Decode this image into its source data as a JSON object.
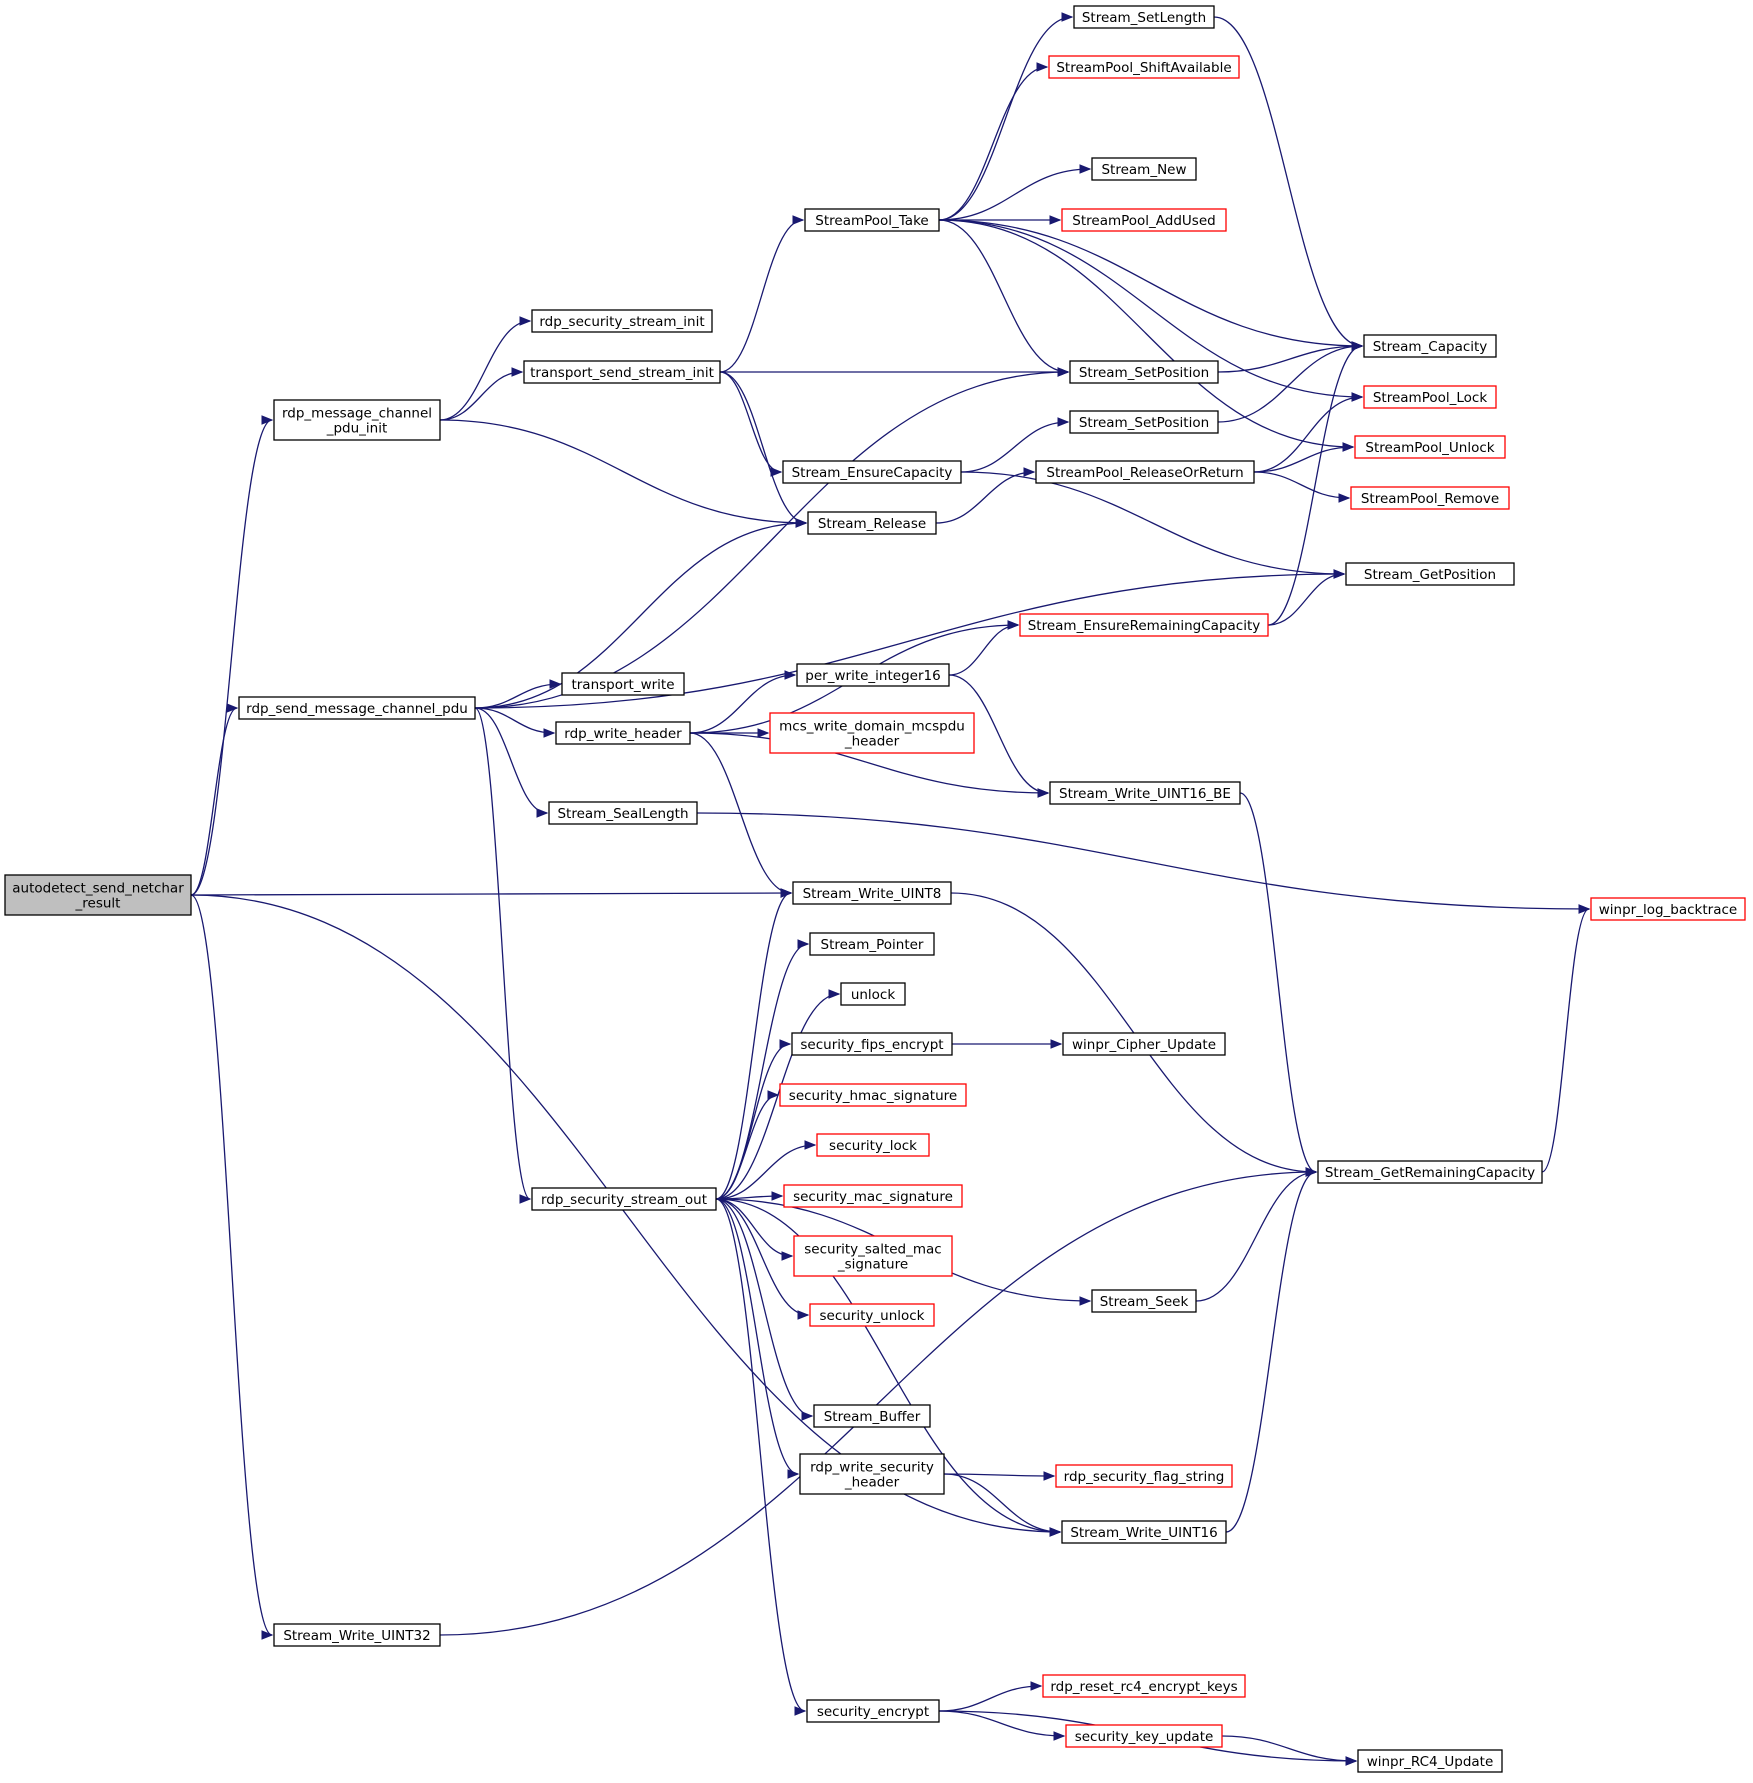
{
  "colors": {
    "edge": "#191970",
    "border_normal": "#000000",
    "border_truncated": "#ff0000",
    "fill_normal": "#ffffff",
    "fill_root": "#bfbfbf"
  },
  "nodes": [
    {
      "id": "autodetect",
      "lines": [
        "autodetect_send_netchar",
        "_result"
      ],
      "style": "root"
    },
    {
      "id": "rdp_message_channel_pdu_init",
      "lines": [
        "rdp_message_channel",
        "_pdu_init"
      ],
      "style": "normal"
    },
    {
      "id": "rdp_send_message_channel_pdu",
      "lines": [
        "rdp_send_message_channel_pdu"
      ],
      "style": "normal"
    },
    {
      "id": "Stream_Write_UINT32",
      "lines": [
        "Stream_Write_UINT32"
      ],
      "style": "normal"
    },
    {
      "id": "rdp_security_stream_init",
      "lines": [
        "rdp_security_stream_init"
      ],
      "style": "normal"
    },
    {
      "id": "transport_send_stream_init",
      "lines": [
        "transport_send_stream_init"
      ],
      "style": "normal"
    },
    {
      "id": "transport_write",
      "lines": [
        "transport_write"
      ],
      "style": "normal"
    },
    {
      "id": "rdp_write_header",
      "lines": [
        "rdp_write_header"
      ],
      "style": "normal"
    },
    {
      "id": "Stream_SealLength",
      "lines": [
        "Stream_SealLength"
      ],
      "style": "normal"
    },
    {
      "id": "rdp_security_stream_out",
      "lines": [
        "rdp_security_stream_out"
      ],
      "style": "normal"
    },
    {
      "id": "StreamPool_Take",
      "lines": [
        "StreamPool_Take"
      ],
      "style": "normal"
    },
    {
      "id": "Stream_EnsureCapacity",
      "lines": [
        "Stream_EnsureCapacity"
      ],
      "style": "normal"
    },
    {
      "id": "Stream_Release",
      "lines": [
        "Stream_Release"
      ],
      "style": "normal"
    },
    {
      "id": "per_write_integer16",
      "lines": [
        "per_write_integer16"
      ],
      "style": "normal"
    },
    {
      "id": "mcs_write_domain_mcspdu_header",
      "lines": [
        "mcs_write_domain_mcspdu",
        "_header"
      ],
      "style": "truncated"
    },
    {
      "id": "Stream_Write_UINT8",
      "lines": [
        "Stream_Write_UINT8"
      ],
      "style": "normal"
    },
    {
      "id": "Stream_Pointer",
      "lines": [
        "Stream_Pointer"
      ],
      "style": "normal"
    },
    {
      "id": "unlock",
      "lines": [
        "unlock"
      ],
      "style": "normal"
    },
    {
      "id": "security_fips_encrypt",
      "lines": [
        "security_fips_encrypt"
      ],
      "style": "normal"
    },
    {
      "id": "security_hmac_signature",
      "lines": [
        "security_hmac_signature"
      ],
      "style": "truncated"
    },
    {
      "id": "security_lock",
      "lines": [
        "security_lock"
      ],
      "style": "truncated"
    },
    {
      "id": "security_mac_signature",
      "lines": [
        "security_mac_signature"
      ],
      "style": "truncated"
    },
    {
      "id": "security_salted_mac_signature",
      "lines": [
        "security_salted_mac",
        "_signature"
      ],
      "style": "truncated"
    },
    {
      "id": "security_unlock",
      "lines": [
        "security_unlock"
      ],
      "style": "truncated"
    },
    {
      "id": "Stream_Buffer",
      "lines": [
        "Stream_Buffer"
      ],
      "style": "normal"
    },
    {
      "id": "rdp_write_security_header",
      "lines": [
        "rdp_write_security",
        "_header"
      ],
      "style": "normal"
    },
    {
      "id": "security_encrypt",
      "lines": [
        "security_encrypt"
      ],
      "style": "normal"
    },
    {
      "id": "Stream_SetLength",
      "lines": [
        "Stream_SetLength"
      ],
      "style": "normal"
    },
    {
      "id": "StreamPool_ShiftAvailable",
      "lines": [
        "StreamPool_ShiftAvailable"
      ],
      "style": "truncated"
    },
    {
      "id": "Stream_New",
      "lines": [
        "Stream_New"
      ],
      "style": "normal"
    },
    {
      "id": "StreamPool_AddUsed",
      "lines": [
        "StreamPool_AddUsed"
      ],
      "style": "truncated"
    },
    {
      "id": "Stream_SetPosition_1",
      "lines": [
        "Stream_SetPosition"
      ],
      "style": "normal"
    },
    {
      "id": "Stream_SetPosition_2",
      "lines": [
        "Stream_SetPosition"
      ],
      "style": "normal"
    },
    {
      "id": "StreamPool_ReleaseOrReturn",
      "lines": [
        "StreamPool_ReleaseOrReturn"
      ],
      "style": "normal"
    },
    {
      "id": "Stream_EnsureRemainingCapacity",
      "lines": [
        "Stream_EnsureRemainingCapacity"
      ],
      "style": "truncated"
    },
    {
      "id": "Stream_Write_UINT16_BE",
      "lines": [
        "Stream_Write_UINT16_BE"
      ],
      "style": "normal"
    },
    {
      "id": "winpr_Cipher_Update",
      "lines": [
        "winpr_Cipher_Update"
      ],
      "style": "normal"
    },
    {
      "id": "Stream_Seek",
      "lines": [
        "Stream_Seek"
      ],
      "style": "normal"
    },
    {
      "id": "rdp_security_flag_string",
      "lines": [
        "rdp_security_flag_string"
      ],
      "style": "truncated"
    },
    {
      "id": "Stream_Write_UINT16",
      "lines": [
        "Stream_Write_UINT16"
      ],
      "style": "normal"
    },
    {
      "id": "rdp_reset_rc4_encrypt_keys",
      "lines": [
        "rdp_reset_rc4_encrypt_keys"
      ],
      "style": "truncated"
    },
    {
      "id": "security_key_update",
      "lines": [
        "security_key_update"
      ],
      "style": "truncated"
    },
    {
      "id": "Stream_Capacity",
      "lines": [
        "Stream_Capacity"
      ],
      "style": "normal"
    },
    {
      "id": "StreamPool_Lock",
      "lines": [
        "StreamPool_Lock"
      ],
      "style": "truncated"
    },
    {
      "id": "StreamPool_Unlock",
      "lines": [
        "StreamPool_Unlock"
      ],
      "style": "truncated"
    },
    {
      "id": "StreamPool_Remove",
      "lines": [
        "StreamPool_Remove"
      ],
      "style": "truncated"
    },
    {
      "id": "Stream_GetPosition",
      "lines": [
        "Stream_GetPosition"
      ],
      "style": "normal"
    },
    {
      "id": "Stream_GetRemainingCapacity",
      "lines": [
        "Stream_GetRemainingCapacity"
      ],
      "style": "normal"
    },
    {
      "id": "winpr_log_backtrace",
      "lines": [
        "winpr_log_backtrace"
      ],
      "style": "truncated"
    },
    {
      "id": "winpr_RC4_Update",
      "lines": [
        "winpr_RC4_Update"
      ],
      "style": "normal"
    }
  ],
  "edges": [
    [
      "autodetect",
      "rdp_message_channel_pdu_init"
    ],
    [
      "autodetect",
      "rdp_send_message_channel_pdu"
    ],
    [
      "autodetect",
      "Stream_Write_UINT8"
    ],
    [
      "autodetect",
      "Stream_Write_UINT16"
    ],
    [
      "autodetect",
      "Stream_Write_UINT32"
    ],
    [
      "rdp_message_channel_pdu_init",
      "rdp_security_stream_init"
    ],
    [
      "rdp_message_channel_pdu_init",
      "transport_send_stream_init"
    ],
    [
      "rdp_message_channel_pdu_init",
      "Stream_Release"
    ],
    [
      "transport_send_stream_init",
      "StreamPool_Take"
    ],
    [
      "transport_send_stream_init",
      "Stream_SetPosition_1"
    ],
    [
      "transport_send_stream_init",
      "Stream_EnsureCapacity"
    ],
    [
      "transport_send_stream_init",
      "Stream_Release"
    ],
    [
      "StreamPool_Take",
      "Stream_SetLength"
    ],
    [
      "StreamPool_Take",
      "StreamPool_ShiftAvailable"
    ],
    [
      "StreamPool_Take",
      "Stream_Capacity"
    ],
    [
      "StreamPool_Take",
      "Stream_New"
    ],
    [
      "StreamPool_Take",
      "StreamPool_AddUsed"
    ],
    [
      "StreamPool_Take",
      "Stream_SetPosition_1"
    ],
    [
      "StreamPool_Take",
      "StreamPool_Lock"
    ],
    [
      "StreamPool_Take",
      "StreamPool_Unlock"
    ],
    [
      "Stream_SetLength",
      "Stream_Capacity"
    ],
    [
      "Stream_SetPosition_1",
      "Stream_Capacity"
    ],
    [
      "Stream_SetPosition_2",
      "Stream_Capacity"
    ],
    [
      "Stream_EnsureCapacity",
      "Stream_SetPosition_2"
    ],
    [
      "Stream_EnsureCapacity",
      "Stream_GetPosition"
    ],
    [
      "Stream_Release",
      "StreamPool_ReleaseOrReturn"
    ],
    [
      "StreamPool_ReleaseOrReturn",
      "StreamPool_Lock"
    ],
    [
      "StreamPool_ReleaseOrReturn",
      "StreamPool_Unlock"
    ],
    [
      "StreamPool_ReleaseOrReturn",
      "StreamPool_Remove"
    ],
    [
      "rdp_send_message_channel_pdu",
      "Stream_SetPosition_1"
    ],
    [
      "rdp_send_message_channel_pdu",
      "Stream_Release"
    ],
    [
      "rdp_send_message_channel_pdu",
      "Stream_GetPosition"
    ],
    [
      "rdp_send_message_channel_pdu",
      "transport_write"
    ],
    [
      "rdp_send_message_channel_pdu",
      "rdp_write_header"
    ],
    [
      "rdp_send_message_channel_pdu",
      "Stream_SealLength"
    ],
    [
      "rdp_send_message_channel_pdu",
      "rdp_security_stream_out"
    ],
    [
      "rdp_write_header",
      "Stream_EnsureRemainingCapacity"
    ],
    [
      "rdp_write_header",
      "per_write_integer16"
    ],
    [
      "rdp_write_header",
      "mcs_write_domain_mcspdu_header"
    ],
    [
      "rdp_write_header",
      "Stream_Write_UINT16_BE"
    ],
    [
      "rdp_write_header",
      "Stream_Write_UINT8"
    ],
    [
      "Stream_EnsureRemainingCapacity",
      "Stream_Capacity"
    ],
    [
      "Stream_EnsureRemainingCapacity",
      "Stream_GetPosition"
    ],
    [
      "per_write_integer16",
      "Stream_EnsureRemainingCapacity"
    ],
    [
      "per_write_integer16",
      "Stream_Write_UINT16_BE"
    ],
    [
      "Stream_Write_UINT16_BE",
      "Stream_GetRemainingCapacity"
    ],
    [
      "Stream_SealLength",
      "winpr_log_backtrace"
    ],
    [
      "Stream_Write_UINT8",
      "Stream_GetRemainingCapacity"
    ],
    [
      "Stream_GetRemainingCapacity",
      "winpr_log_backtrace"
    ],
    [
      "rdp_security_stream_out",
      "Stream_Write_UINT8"
    ],
    [
      "rdp_security_stream_out",
      "Stream_Pointer"
    ],
    [
      "rdp_security_stream_out",
      "unlock"
    ],
    [
      "rdp_security_stream_out",
      "security_fips_encrypt"
    ],
    [
      "rdp_security_stream_out",
      "security_hmac_signature"
    ],
    [
      "rdp_security_stream_out",
      "security_lock"
    ],
    [
      "rdp_security_stream_out",
      "security_mac_signature"
    ],
    [
      "rdp_security_stream_out",
      "security_salted_mac_signature"
    ],
    [
      "rdp_security_stream_out",
      "security_unlock"
    ],
    [
      "rdp_security_stream_out",
      "Stream_Seek"
    ],
    [
      "rdp_security_stream_out",
      "Stream_Buffer"
    ],
    [
      "rdp_security_stream_out",
      "rdp_write_security_header"
    ],
    [
      "rdp_security_stream_out",
      "Stream_Write_UINT16"
    ],
    [
      "rdp_security_stream_out",
      "security_encrypt"
    ],
    [
      "security_fips_encrypt",
      "winpr_Cipher_Update"
    ],
    [
      "Stream_Seek",
      "Stream_GetRemainingCapacity"
    ],
    [
      "rdp_write_security_header",
      "rdp_security_flag_string"
    ],
    [
      "rdp_write_security_header",
      "Stream_Write_UINT16"
    ],
    [
      "Stream_Write_UINT16",
      "Stream_GetRemainingCapacity"
    ],
    [
      "Stream_Write_UINT32",
      "Stream_GetRemainingCapacity"
    ],
    [
      "security_encrypt",
      "rdp_reset_rc4_encrypt_keys"
    ],
    [
      "security_encrypt",
      "security_key_update"
    ],
    [
      "security_encrypt",
      "winpr_RC4_Update"
    ],
    [
      "security_key_update",
      "winpr_RC4_Update"
    ]
  ]
}
